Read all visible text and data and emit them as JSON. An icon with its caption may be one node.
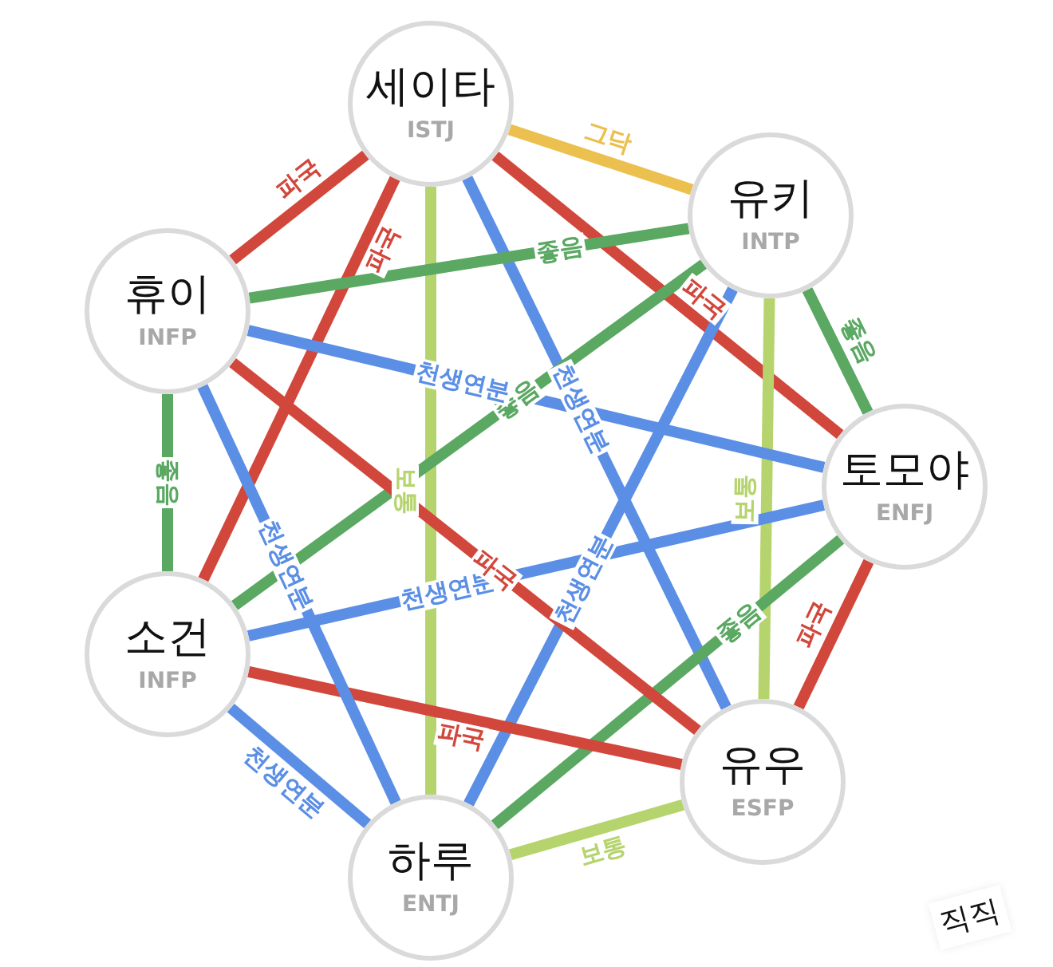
{
  "diagram": {
    "nodes": [
      {
        "text": [
          "세이타",
          "ISTJ"
        ]
      },
      {
        "text": [
          "유키",
          "INTP"
        ]
      },
      {
        "text": [
          "토모야",
          "ENFJ"
        ]
      },
      {
        "text": [
          "유우",
          "ESFP"
        ]
      },
      {
        "text": [
          "하루",
          "ENTJ"
        ]
      },
      {
        "text": [
          "소건",
          "INFP"
        ]
      },
      {
        "text": [
          "휴이",
          "INFP"
        ]
      }
    ],
    "edges": [
      {
        "from": 0,
        "to": 1,
        "arrow": "none",
        "label": "그닥",
        "color": "#ebc04f"
      },
      {
        "from": 0,
        "to": 6,
        "arrow": "none",
        "label": "파국",
        "color": "#d2473c"
      },
      {
        "from": 0,
        "to": 5,
        "arrow": "none",
        "label": "파국",
        "color": "#d2473c"
      },
      {
        "from": 0,
        "to": 4,
        "arrow": "none",
        "label": "보통",
        "color": "#b6d46e"
      },
      {
        "from": 0,
        "to": 3,
        "arrow": "none",
        "label": "천생연분",
        "color": "#5b8fe6"
      },
      {
        "from": 0,
        "to": 2,
        "arrow": "none",
        "label": "파국",
        "color": "#d2473c"
      },
      {
        "from": 1,
        "to": 6,
        "arrow": "none",
        "label": "좋음",
        "color": "#5aa862"
      },
      {
        "from": 1,
        "to": 2,
        "arrow": "none",
        "label": "좋음",
        "color": "#5aa862"
      },
      {
        "from": 1,
        "to": 3,
        "arrow": "none",
        "label": "보통",
        "color": "#b6d46e"
      },
      {
        "from": 1,
        "to": 4,
        "arrow": "none",
        "label": "천생연분",
        "color": "#5b8fe6"
      },
      {
        "from": 1,
        "to": 5,
        "arrow": "none",
        "label": "좋음",
        "color": "#5aa862"
      },
      {
        "from": 2,
        "to": 6,
        "arrow": "none",
        "label": "천생연분",
        "color": "#5b8fe6"
      },
      {
        "from": 2,
        "to": 5,
        "arrow": "none",
        "label": "천생연분",
        "color": "#5b8fe6"
      },
      {
        "from": 2,
        "to": 3,
        "arrow": "none",
        "label": "파국",
        "color": "#d2473c"
      },
      {
        "from": 2,
        "to": 4,
        "arrow": "none",
        "label": "좋음",
        "color": "#5aa862"
      },
      {
        "from": 3,
        "to": 6,
        "arrow": "none",
        "label": "파국",
        "color": "#d2473c"
      },
      {
        "from": 3,
        "to": 5,
        "arrow": "none",
        "label": "파국",
        "color": "#d2473c"
      },
      {
        "from": 3,
        "to": 4,
        "arrow": "none",
        "label": "보통",
        "color": "#b6d46e"
      },
      {
        "from": 4,
        "to": 5,
        "arrow": "none",
        "label": "천생연분",
        "color": "#5b8fe6"
      },
      {
        "from": 4,
        "to": 6,
        "arrow": "none",
        "label": "천생연분",
        "color": "#5b8fe6"
      },
      {
        "from": 5,
        "to": 6,
        "arrow": "none",
        "label": "좋음",
        "color": "#5aa862"
      }
    ],
    "labels": [
      "직직"
    ]
  }
}
